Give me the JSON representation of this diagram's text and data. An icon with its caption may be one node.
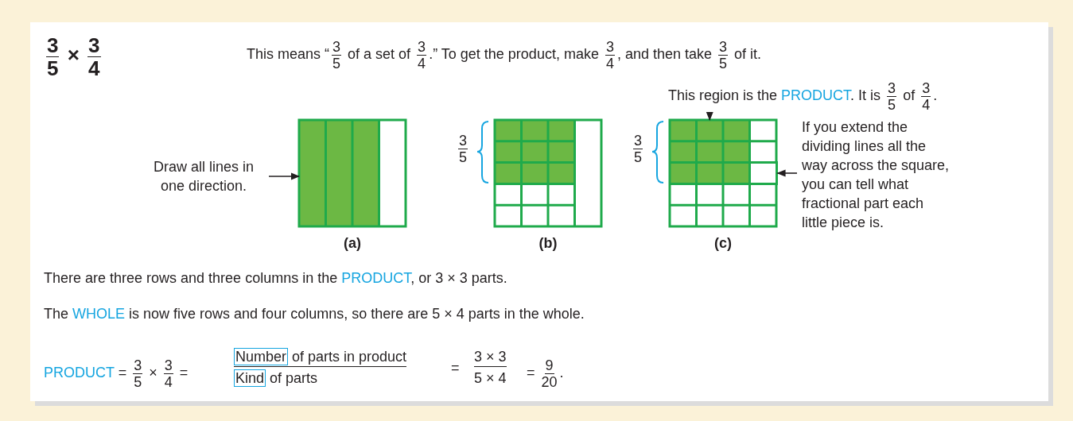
{
  "diagram": {
    "nodes": [
      {
        "text": [
          "This region is the *PRODUCT*. It is 3/5 of 3/4."
        ]
      },
      {
        "text": [
          "Draw all lines in one direction."
        ]
      },
      {
        "text": [],
        "shape": "box",
        "beside": [
          "(a)"
        ]
      },
      {
        "text": [],
        "shape": "box",
        "beside": [
          "(b)"
        ]
      },
      {
        "text": [],
        "shape": "box",
        "beside": [
          "(c)"
        ]
      },
      {
        "text": [],
        "shape": "box",
        "in": 4
      },
      {
        "text": [],
        "shape": "box",
        "in": 4
      },
      {
        "text": [
          "If you extend the dividing lines all the way across the square, you can tell what fractional part each little piece is."
        ]
      }
    ],
    "edges": [
      {
        "from": 1,
        "to": 2,
        "arrow": "to"
      },
      {
        "from": 0,
        "to": 5,
        "arrow": "to"
      },
      {
        "from": 7,
        "to": 6,
        "arrow": "to"
      }
    ],
    "labels": [
      "3/5 × 3/4",
      "This means “3/5 of a set of 3/4.” To get the product, make 3/4, and then take 3/5 of it.",
      "3/5",
      "3/5",
      "There are three rows and three columns in the *PRODUCT*, or 3 × 3 parts.",
      "The *WHOLE* is now five rows and four columns, so there are 5 × 4 parts in the whole.",
      "*PRODUCT*  =  3/5 × 3/4  =",
      "**Number** of parts in product",
      "**Kind** of parts",
      "=",
      "3 × 3",
      "5 × 4",
      "=  9/20."
    ]
  }
}
